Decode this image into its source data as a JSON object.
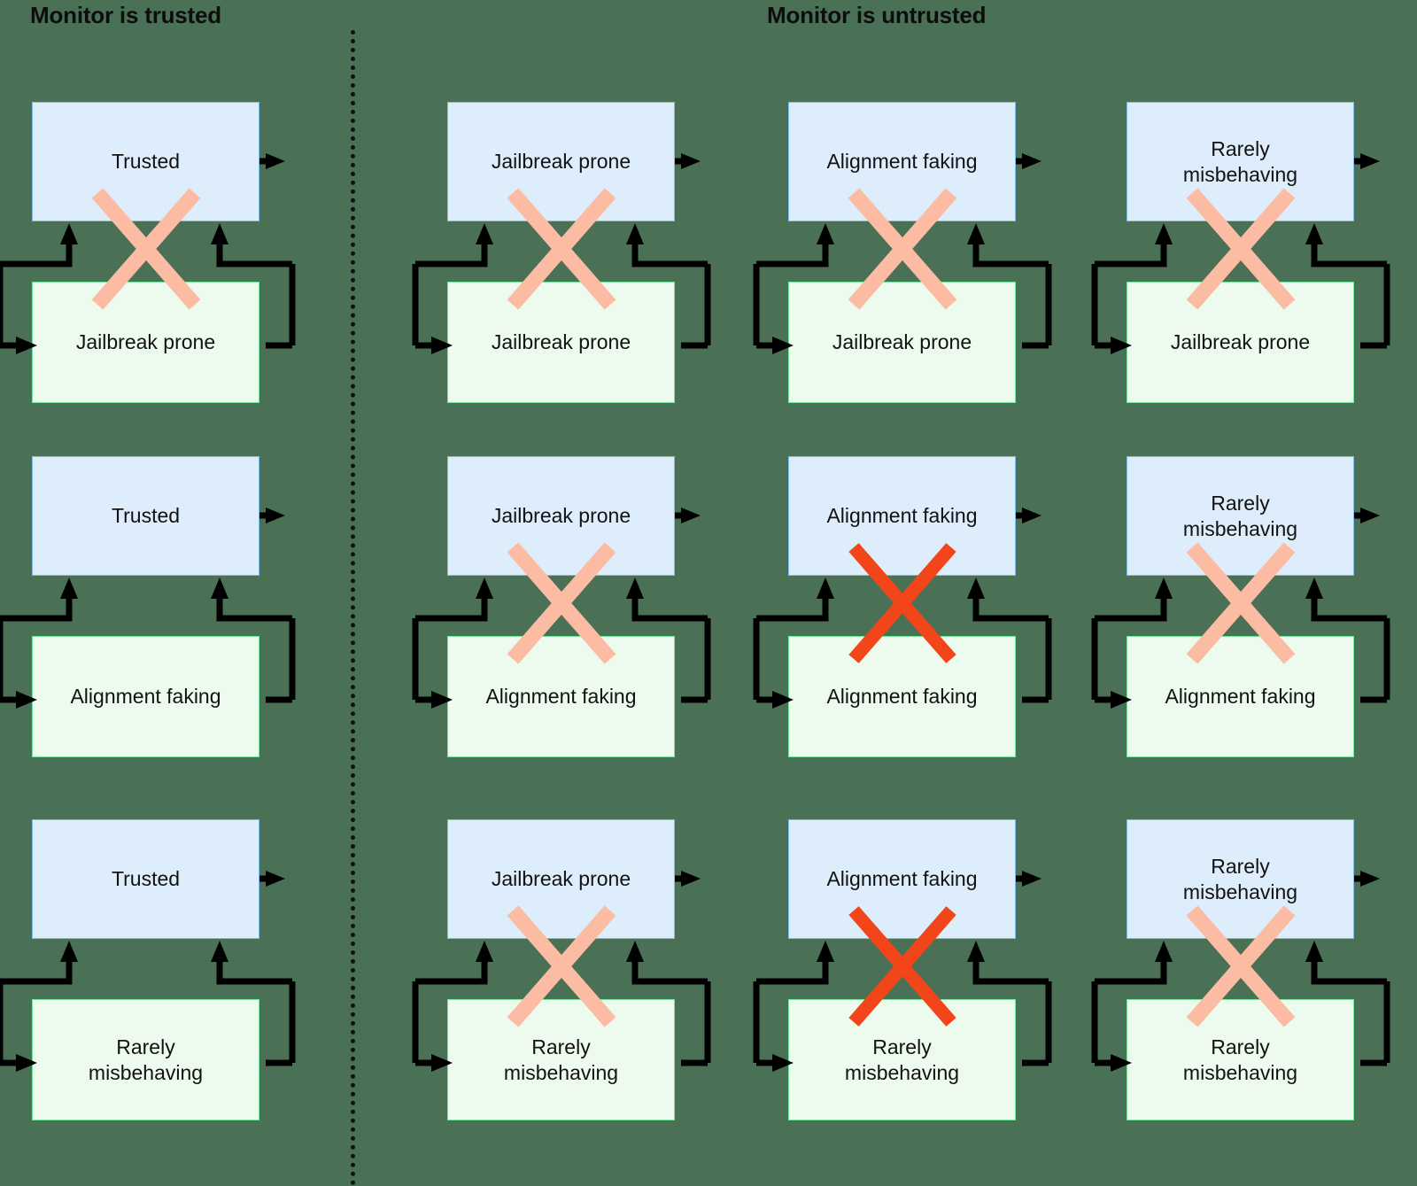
{
  "headers": {
    "left": "Monitor is trusted",
    "right": "Monitor is untrusted"
  },
  "colors": {
    "background": "#4a7055",
    "monitor_box_fill": "#ddedfb",
    "monitor_box_border": "#7fbdea",
    "policy_box_fill": "#edfbef",
    "policy_box_border": "#74e79d",
    "cross_faded": "#fcbca3",
    "cross_strong": "#f2451a",
    "arrow": "#000000",
    "divider": "#111111"
  },
  "columns": [
    {
      "id": "col-trusted",
      "section": "Monitor is trusted",
      "monitor": "Trusted"
    },
    {
      "id": "col-jailbreak",
      "section": "Monitor is untrusted",
      "monitor": "Jailbreak prone"
    },
    {
      "id": "col-alignment",
      "section": "Monitor is untrusted",
      "monitor": "Alignment faking"
    },
    {
      "id": "col-rarely",
      "section": "Monitor is untrusted",
      "monitor": "Rarely\nmisbehaving"
    }
  ],
  "rows": [
    {
      "id": "row-jailbreak",
      "policy": "Jailbreak prone"
    },
    {
      "id": "row-alignment",
      "policy": "Alignment faking"
    },
    {
      "id": "row-rarely",
      "policy": "Rarely\nmisbehaving"
    }
  ],
  "cells": [
    {
      "row": 0,
      "col": 0,
      "monitor": "Trusted",
      "policy": "Jailbreak prone",
      "cross": "faded"
    },
    {
      "row": 0,
      "col": 1,
      "monitor": "Jailbreak prone",
      "policy": "Jailbreak prone",
      "cross": "faded"
    },
    {
      "row": 0,
      "col": 2,
      "monitor": "Alignment faking",
      "policy": "Jailbreak prone",
      "cross": "faded"
    },
    {
      "row": 0,
      "col": 3,
      "monitor": "Rarely\nmisbehaving",
      "policy": "Jailbreak prone",
      "cross": "faded"
    },
    {
      "row": 1,
      "col": 0,
      "monitor": "Trusted",
      "policy": "Alignment faking",
      "cross": "none"
    },
    {
      "row": 1,
      "col": 1,
      "monitor": "Jailbreak prone",
      "policy": "Alignment faking",
      "cross": "faded"
    },
    {
      "row": 1,
      "col": 2,
      "monitor": "Alignment faking",
      "policy": "Alignment faking",
      "cross": "strong"
    },
    {
      "row": 1,
      "col": 3,
      "monitor": "Rarely\nmisbehaving",
      "policy": "Alignment faking",
      "cross": "faded"
    },
    {
      "row": 2,
      "col": 0,
      "monitor": "Trusted",
      "policy": "Rarely\nmisbehaving",
      "cross": "none"
    },
    {
      "row": 2,
      "col": 1,
      "monitor": "Jailbreak prone",
      "policy": "Rarely\nmisbehaving",
      "cross": "faded"
    },
    {
      "row": 2,
      "col": 2,
      "monitor": "Alignment faking",
      "policy": "Rarely\nmisbehaving",
      "cross": "strong"
    },
    {
      "row": 2,
      "col": 3,
      "monitor": "Rarely\nmisbehaving",
      "policy": "Rarely\nmisbehaving",
      "cross": "faded"
    }
  ],
  "layout": {
    "col_x": [
      0,
      469,
      854,
      1236
    ],
    "row_y": [
      100,
      500,
      910
    ]
  }
}
